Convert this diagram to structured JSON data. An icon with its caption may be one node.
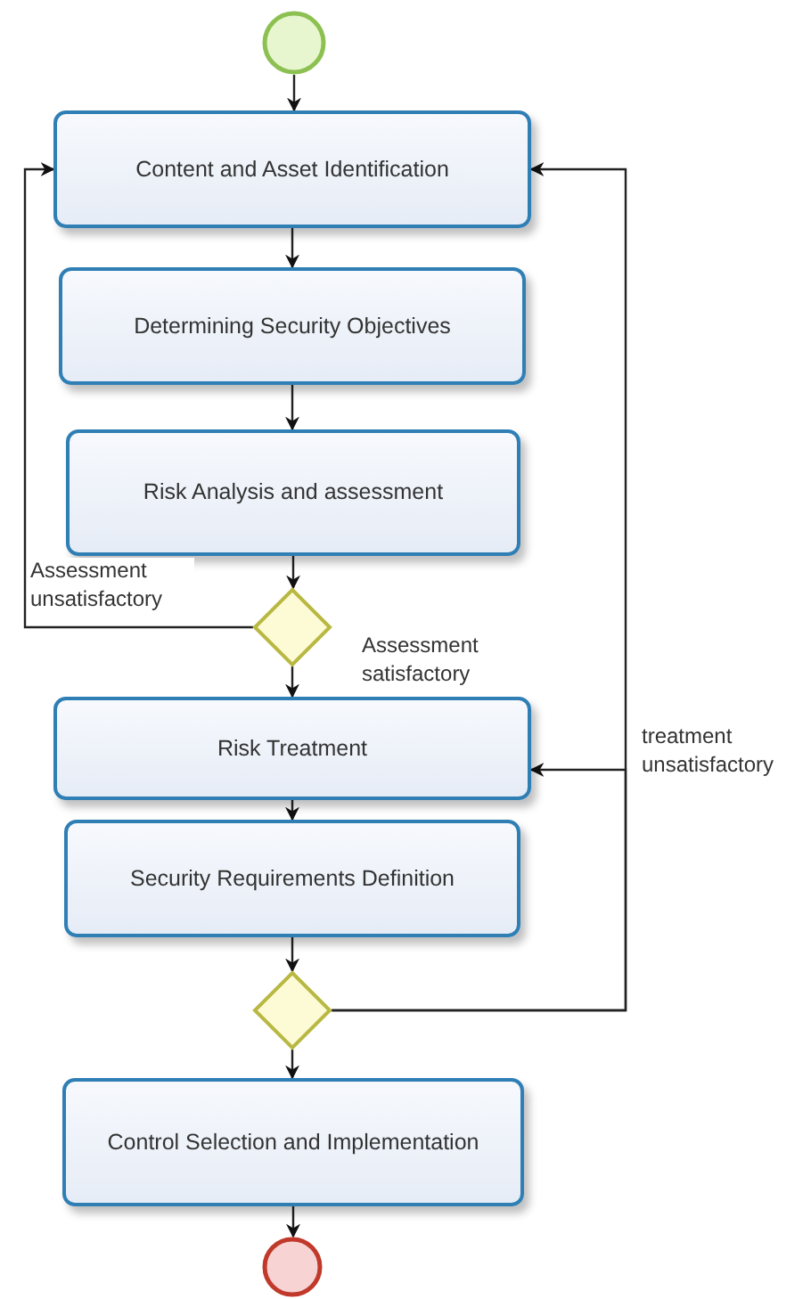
{
  "diagram": {
    "nodes": [
      {
        "text": [],
        "shape": "circle"
      },
      {
        "text": [
          "Content and Asset Identification"
        ]
      },
      {
        "text": [
          "Determining Security Objectives"
        ]
      },
      {
        "text": [
          "Risk Analysis and assessment"
        ]
      },
      {
        "text": [],
        "shape": "diamond"
      },
      {
        "text": [
          "Risk Treatment"
        ]
      },
      {
        "text": [
          "Security Requirements Definition"
        ]
      },
      {
        "text": [],
        "shape": "diamond"
      },
      {
        "text": [
          "Control Selection and Implementation"
        ]
      },
      {
        "text": [],
        "shape": "circle"
      }
    ],
    "edges": [
      {
        "from": 0,
        "to": 1,
        "arrow": "to"
      },
      {
        "from": 1,
        "to": 2,
        "arrow": "to"
      },
      {
        "from": 2,
        "to": 3,
        "arrow": "to"
      },
      {
        "from": 3,
        "to": 4,
        "arrow": "to"
      },
      {
        "from": 4,
        "to": 1,
        "arrow": "to",
        "label": "Assessment unsatisfactory"
      },
      {
        "from": 4,
        "to": 5,
        "arrow": "to",
        "label": "Assessment satisfactory"
      },
      {
        "from": 5,
        "to": 6,
        "arrow": "to"
      },
      {
        "from": 6,
        "to": 7,
        "arrow": "to"
      },
      {
        "from": 7,
        "to": 5,
        "arrow": "to",
        "label": "treatment unsatisfactory"
      },
      {
        "from": 7,
        "to": 1,
        "arrow": "to"
      },
      {
        "from": 7,
        "to": 8,
        "arrow": "to"
      },
      {
        "from": 8,
        "to": 9,
        "arrow": "to"
      }
    ]
  }
}
